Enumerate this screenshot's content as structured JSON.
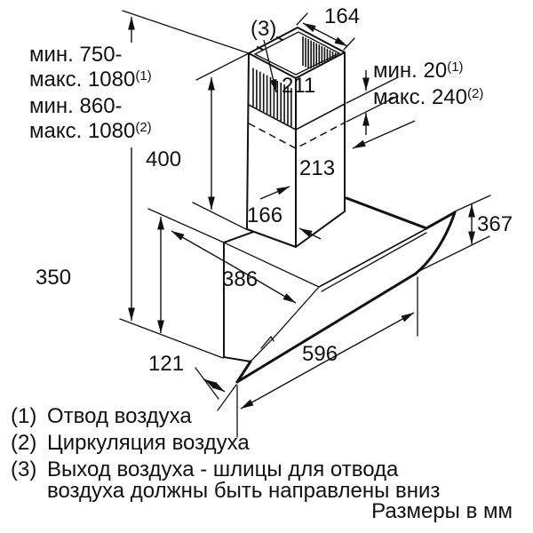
{
  "figure": {
    "callout": "(3)",
    "units_note": "Размеры в мм"
  },
  "height_ranges": [
    {
      "line1": "мин. 750-",
      "line2": "макс. 1080",
      "sup": "(1)"
    },
    {
      "line1": "мин. 860-",
      "line2": "макс. 1080",
      "sup": "(2)"
    }
  ],
  "clearances": [
    {
      "text": "мин. 20",
      "sup": "(1)"
    },
    {
      "text": "макс. 240",
      "sup": "(2)"
    }
  ],
  "dims": {
    "chimney_top_depth": "164",
    "chimney_top_width": "211",
    "chimney_lower_width": "213",
    "chimney_lower_depth": "166",
    "chimney_height": "400",
    "body_height": "350",
    "body_depth": "386",
    "panel_height": "367",
    "panel_width": "596",
    "overhang": "121"
  },
  "footnotes": [
    {
      "marker": "(1)",
      "line1": "Отвод воздуха",
      "line2": ""
    },
    {
      "marker": "(2)",
      "line1": "Циркуляция воздуха",
      "line2": ""
    },
    {
      "marker": "(3)",
      "line1": "Выход воздуха - шлицы для отвода",
      "line2": "воздуха должны быть направлены вниз"
    }
  ],
  "colors": {
    "line": "#111111",
    "background": "#ffffff"
  }
}
